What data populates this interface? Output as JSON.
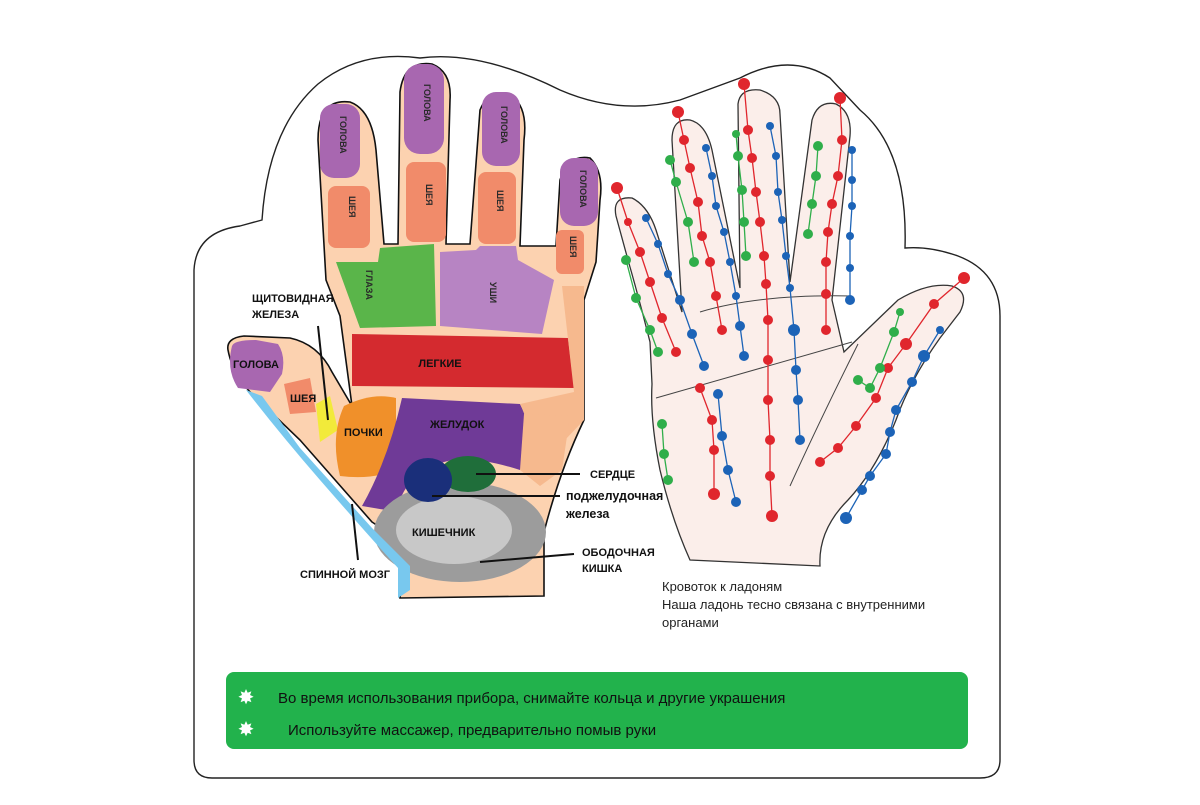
{
  "reflex_map": {
    "finger_labels": {
      "head": "ГОЛОВА",
      "neck": "ШЕЯ",
      "eyes": "ГЛАЗА",
      "ears": "УШИ"
    },
    "palm_labels": {
      "thyroid": "ЩИТОВИДНАЯ ЖЕЛЕЗА",
      "thumb_head": "ГОЛОВА",
      "thumb_neck": "ШЕЯ",
      "lungs": "ЛЕГКИЕ",
      "kidneys": "ПОЧКИ",
      "stomach": "ЖЕЛУДОК",
      "heart": "СЕРДЦЕ",
      "pancreas": "поджелудочная железа",
      "intestine": "КИШЕЧНИК",
      "colon": "ОБОДОЧНАЯ КИШКА",
      "spinal_cord": "СПИННОЙ МОЗГ"
    },
    "zone_colors": {
      "head": "#a867b0",
      "neck": "#f18b6a",
      "eyes": "#5ab54a",
      "ears": "#b784c3",
      "lungs": "#d42a2f",
      "kidneys": "#f0902a",
      "thyroid": "#f2ea3a",
      "stomach": "#6f3a97",
      "heart": "#1f6e3a",
      "pancreas": "#1a2f7a",
      "intestine": "#9c9c9c",
      "spine": "#78c8ee",
      "skin": "#fcd2b0"
    }
  },
  "dot_colors": {
    "red": "#e0262d",
    "blue": "#1c63b7",
    "green": "#2fae4a"
  },
  "caption": {
    "line1": "Кровоток к ладоням",
    "line2": "Наша ладонь тесно связана с внутренними",
    "line3": "органами"
  },
  "banner": {
    "tip1": "Во время использования прибора, снимайте кольца и другие украшения",
    "tip2": "Используйте массажер,  предварительно помыв руки",
    "star": "✸",
    "color": "#22b24c"
  }
}
